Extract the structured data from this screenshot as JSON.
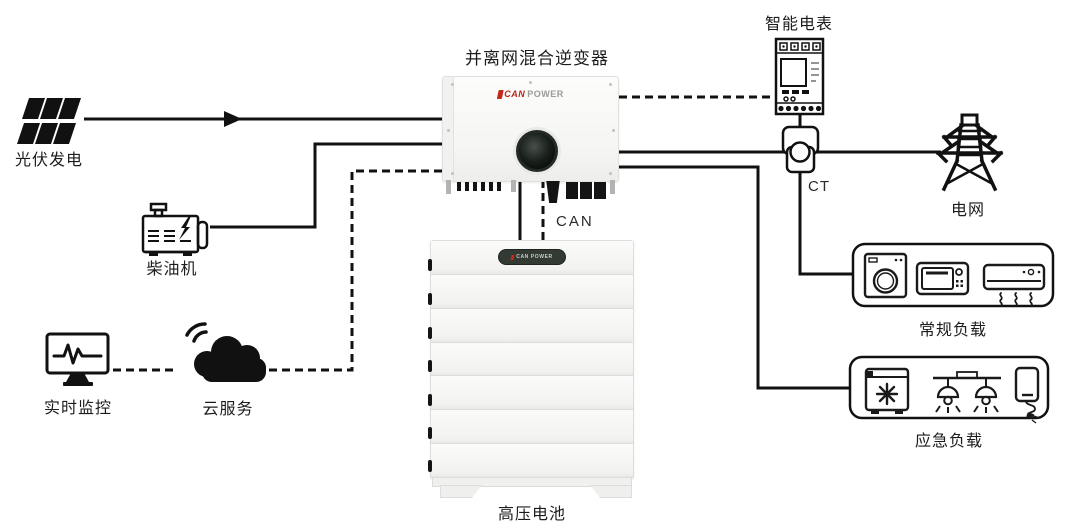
{
  "colors": {
    "line": "#111111",
    "brand_red": "#c5281c",
    "device_body": "#f5f5f3",
    "battery_label_bg": "#333a34"
  },
  "nodes": {
    "inverter": {
      "title": "并离网混合逆变器",
      "brand": {
        "name": "CAN",
        "suffix": "POWER"
      }
    },
    "pv": {
      "label": "光伏发电",
      "icon": "solar-panel-icon"
    },
    "diesel": {
      "label": "柴油机",
      "icon": "diesel-generator-icon"
    },
    "monitor": {
      "label": "实时监控",
      "icon": "monitor-icon"
    },
    "cloud": {
      "label": "云服务",
      "icon": "cloud-icon"
    },
    "battery": {
      "label": "高压电池",
      "brand": "CAN POWER"
    },
    "meter": {
      "label": "智能电表",
      "icon": "smart-meter-icon"
    },
    "ct": {
      "label": "CT",
      "icon": "ct-clamp-icon"
    },
    "grid": {
      "label": "电网",
      "icon": "transmission-tower-icon"
    },
    "can_link": {
      "label": "CAN"
    },
    "normal_loads": {
      "label": "常规负载",
      "icons": [
        "washing-machine-icon",
        "microwave-icon",
        "air-conditioner-icon"
      ]
    },
    "emergency_loads": {
      "label": "应急负载",
      "icons": [
        "freezer-icon",
        "pendant-lamps-icon",
        "phone-charger-icon"
      ]
    }
  }
}
